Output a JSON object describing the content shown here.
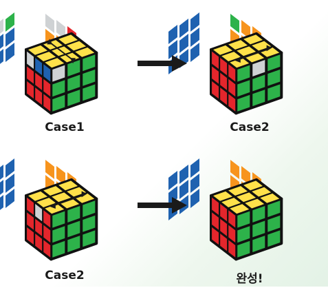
{
  "colors": {
    "yellow": "#ffe14a",
    "red": "#e4262c",
    "green": "#2db24a",
    "blue": "#1f62b0",
    "orange": "#f7941d",
    "gray": "#cfd2d4",
    "black": "#111111",
    "arrow": "#1a1a1a"
  },
  "panels": [
    {
      "caption": "Case1",
      "variant": "case1"
    },
    {
      "caption": "Case2",
      "variant": "case2-top"
    },
    {
      "caption": "Case2",
      "variant": "case2-bottom"
    },
    {
      "caption": "완성!",
      "variant": "solved"
    }
  ],
  "arrows": [
    "right-arrow",
    "right-arrow"
  ]
}
